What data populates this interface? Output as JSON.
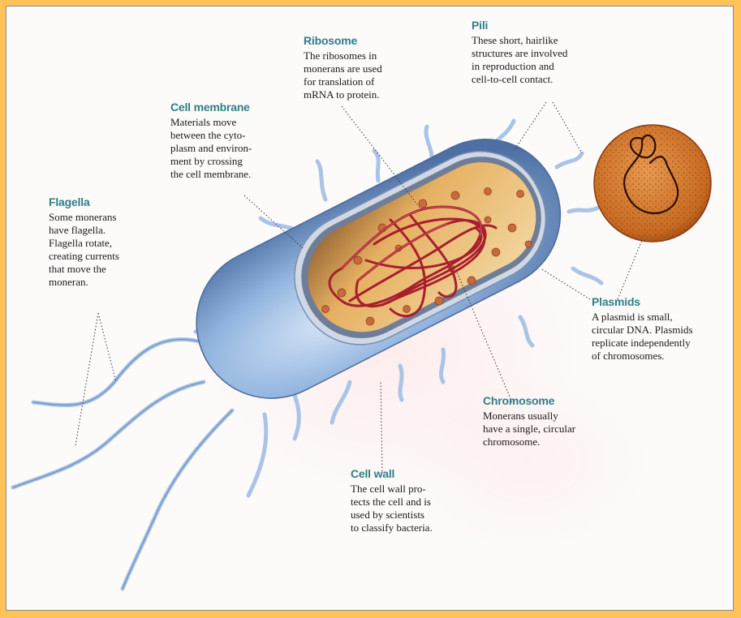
{
  "labels": {
    "ribosome": {
      "title": "Ribosome",
      "text": "The ribosomes in\nmonerans are used\nfor translation of\nmRNA to protein."
    },
    "pili": {
      "title": "Pili",
      "text": "These short, hairlike\nstructures are involved\nin reproduction and\ncell-to-cell contact."
    },
    "cell_membrane": {
      "title": "Cell membrane",
      "text": "Materials move\nbetween the cyto-\nplasm and environ-\nment by crossing\nthe cell membrane."
    },
    "flagella": {
      "title": "Flagella",
      "text": "Some monerans\nhave flagella.\nFlagella rotate,\ncreating currents\nthat move the\nmoneran."
    },
    "plasmids": {
      "title": "Plasmids",
      "text": "A plasmid is small,\ncircular DNA. Plasmids\nreplicate independently\nof chromosomes."
    },
    "chromosome": {
      "title": "Chromosome",
      "text": "Monerans usually\nhave a single, circular\nchromosome."
    },
    "cell_wall": {
      "title": "Cell wall",
      "text": "The cell wall pro-\ntects the cell and is\nused by scientists\nto classify bacteria."
    }
  },
  "colors": {
    "page_border": "#ffc35a",
    "label_title": "#2f7f86",
    "cell_body": "#8fb2dd",
    "cytoplasm": "#e9b45e",
    "chromosome": "#a81f2e",
    "plasmid_disc": "#d4792c"
  }
}
